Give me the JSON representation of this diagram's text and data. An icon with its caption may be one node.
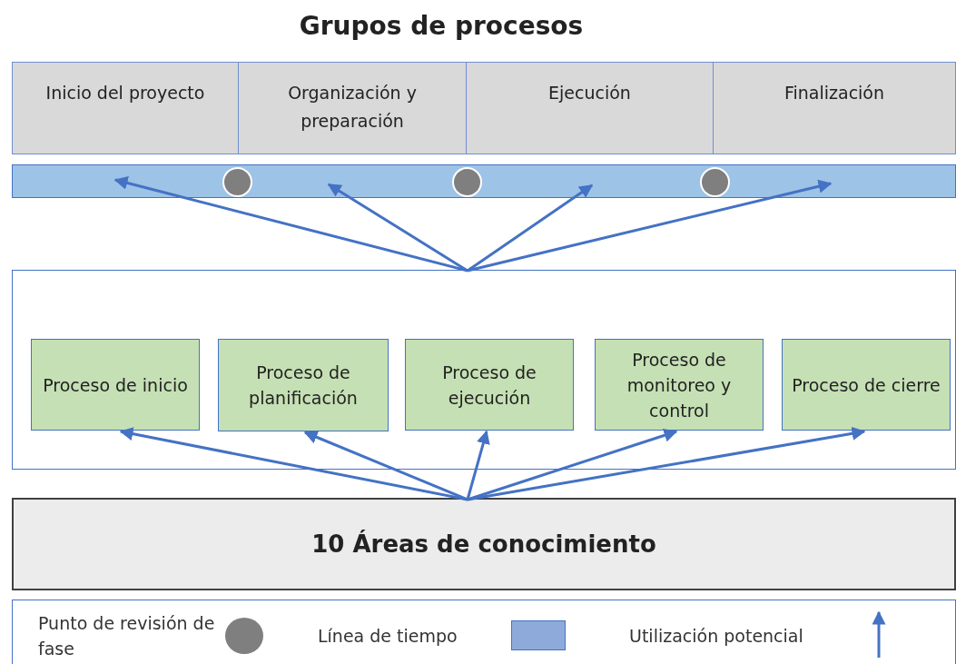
{
  "diagram": {
    "title": "Grupos de procesos",
    "nodes": [
      {
        "text": [
          "Inicio del proyecto"
        ]
      },
      {
        "text": [
          "Organización y preparación"
        ]
      },
      {
        "text": [
          "Ejecución"
        ]
      },
      {
        "text": [
          "Finalización"
        ]
      },
      {
        "text": [],
        "shape": "bar"
      },
      {
        "text": [],
        "shape": "circle",
        "in": 4
      },
      {
        "text": [],
        "shape": "circle",
        "in": 4
      },
      {
        "text": [],
        "shape": "circle",
        "in": 4
      },
      {
        "text": [],
        "shape": "box"
      },
      {
        "text": [
          "Proceso de inicio"
        ],
        "in": 8
      },
      {
        "text": [
          "Proceso de planificación"
        ],
        "in": 8
      },
      {
        "text": [
          "Proceso de ejecución"
        ],
        "in": 8
      },
      {
        "text": [
          "Proceso de monitoreo y control"
        ],
        "in": 8
      },
      {
        "text": [
          "Proceso de cierre"
        ],
        "in": 8
      },
      {
        "text": [
          "10 Áreas de conocimiento"
        ]
      }
    ],
    "edges": [
      {
        "from": 8,
        "to": 4,
        "arrow": "to"
      },
      {
        "from": 8,
        "to": 4,
        "arrow": "to"
      },
      {
        "from": 8,
        "to": 4,
        "arrow": "to"
      },
      {
        "from": 8,
        "to": 4,
        "arrow": "to"
      },
      {
        "from": 14,
        "to": 9,
        "arrow": "to"
      },
      {
        "from": 14,
        "to": 10,
        "arrow": "to"
      },
      {
        "from": 14,
        "to": 11,
        "arrow": "to"
      },
      {
        "from": 14,
        "to": 12,
        "arrow": "to"
      },
      {
        "from": 14,
        "to": 13,
        "arrow": "to"
      }
    ],
    "legend": [
      {
        "text": "Punto de revisión de fase",
        "color": "#7f7f7f"
      },
      {
        "text": "Línea de tiempo",
        "color": "#8eaadb"
      },
      {
        "text": "Utilización potencial"
      }
    ]
  }
}
